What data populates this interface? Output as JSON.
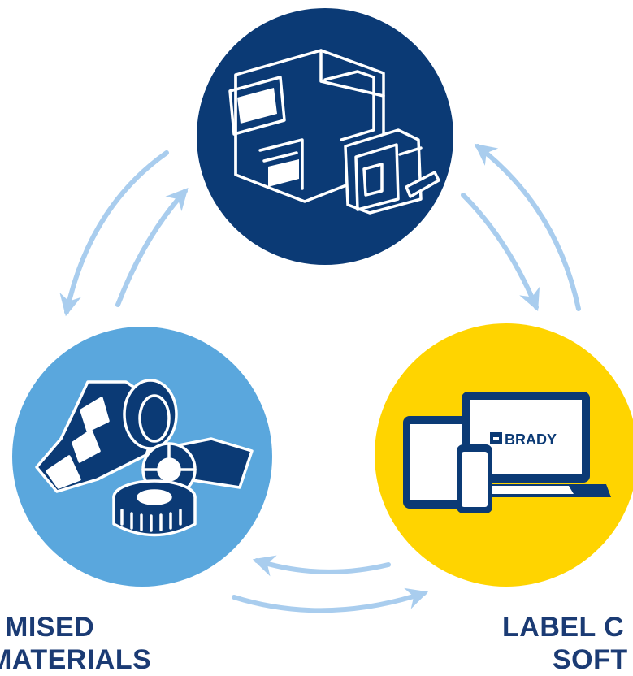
{
  "colors": {
    "printer_circle": "#0b3a75",
    "materials_circle": "#5aa7dd",
    "software_circle": "#ffd400",
    "arrow": "#a9cdee",
    "caption": "#1b3b74",
    "device_fill": "#0b3a75"
  },
  "nodes": [
    {
      "id": "printer",
      "icon": "label-printer-icon"
    },
    {
      "id": "materials",
      "icon": "label-rolls-icon",
      "caption_lines": [
        "MISED",
        "MATERIALS"
      ]
    },
    {
      "id": "software",
      "icon": "devices-icon",
      "brand_text": "BRADY",
      "caption_lines": [
        "LABEL C",
        "SOFT"
      ]
    }
  ]
}
